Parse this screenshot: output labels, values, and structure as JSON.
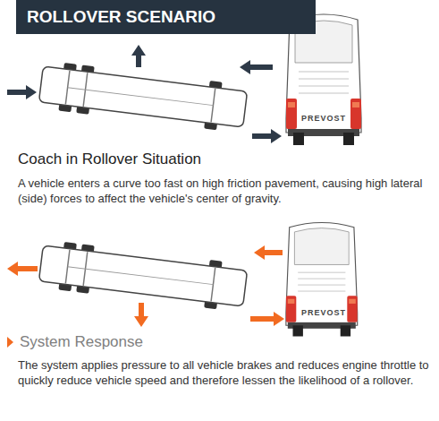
{
  "diagram": {
    "title": "ROLLOVER SCENARIO",
    "labels": [
      "PREVOST",
      "Coach in Rollover Situation",
      "A vehicle enters a curve too fast on high friction pavement, causing high lateral (side) forces to affect the vehicle's center of gravity.",
      "PREVOST",
      "System Response",
      "The system applies pressure to all vehicle brakes and reduces engine throttle to quickly reduce vehicle speed and therefore lessen the likelihood of a rollover."
    ]
  }
}
